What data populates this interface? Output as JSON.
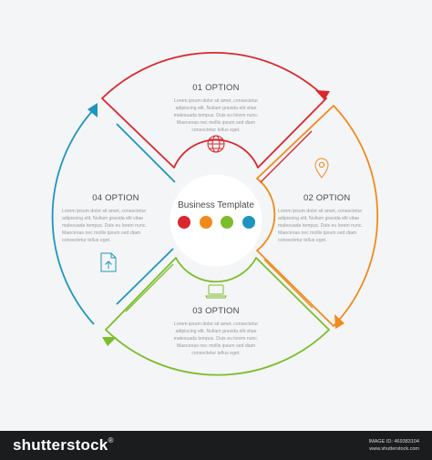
{
  "center": {
    "title": "Business Template",
    "dot_colors": [
      "#d9272e",
      "#f08a1c",
      "#7cbd2b",
      "#1e95bf"
    ]
  },
  "options": [
    {
      "id": "01",
      "heading": "01 OPTION",
      "color": "#d9272e",
      "icon": "globe-icon",
      "lines": [
        "Lorem ipsum dolor sit amet, consectetur",
        "adipiscing elit. Nullam gravida elit vitae",
        "malesuada tempus. Duis eu lorem nunc.",
        "Maecenas nec mollis ipsum sed diam",
        "consectetur tellus eget."
      ]
    },
    {
      "id": "02",
      "heading": "02 OPTION",
      "color": "#f08a1c",
      "icon": "map-pin-icon",
      "lines": [
        "Lorem ipsum dolor sit amet, consectetur",
        "adipiscing elit. Nullam gravida elit vitae",
        "malesuada tempus. Duis eu lorem nunc.",
        "Maecenas nec mollis ipsum sed diam",
        "consectetur tellus eget."
      ]
    },
    {
      "id": "03",
      "heading": "03 OPTION",
      "color": "#7cbd2b",
      "icon": "laptop-icon",
      "lines": [
        "Lorem ipsum dolor sit amet, consectetur",
        "adipiscing elit. Nullam gravida elit vitae",
        "malesuada tempus. Duis eu lorem nunc.",
        "Maecenas nec mollis ipsum sed diam",
        "consectetur tellus eget."
      ]
    },
    {
      "id": "04",
      "heading": "04 OPTION",
      "color": "#1e95bf",
      "icon": "document-upload-icon",
      "lines": [
        "Lorem ipsum dolor sit amet, consectetur",
        "adipiscing elit. Nullam gravida elit vitae",
        "malesuada tempus. Duis eu lorem nunc.",
        "Maecenas nec mollis ipsum sed diam",
        "consectetur tellus eget."
      ]
    }
  ],
  "footer": {
    "brand": "shutterstock",
    "reg_mark": "®",
    "image_id": "IMAGE ID: 469383104",
    "site": "www.shutterstock.com"
  }
}
